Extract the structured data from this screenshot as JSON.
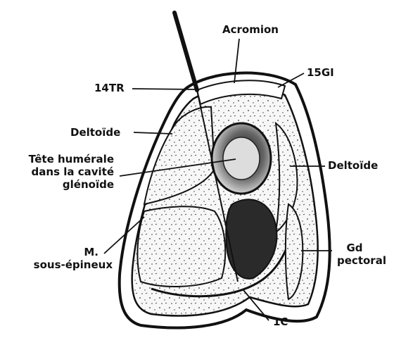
{
  "labels": {
    "acromion": "Acromion",
    "p15gi": "15GI",
    "p14tr": "14TR",
    "deltoide_left": "Deltoïde",
    "tete_line1": "Tête humérale",
    "tete_line2": "dans la cavité",
    "tete_line3": "glénoïde",
    "deltoide_right": "Deltoïde",
    "m_line1": "M.",
    "m_line2": "sous-épineux",
    "gd_line1": "Gd",
    "gd_line2": "pectoral",
    "p1c": "1C"
  },
  "colors": {
    "ink": "#111111",
    "paper": "#ffffff",
    "stipple": "#333333"
  }
}
